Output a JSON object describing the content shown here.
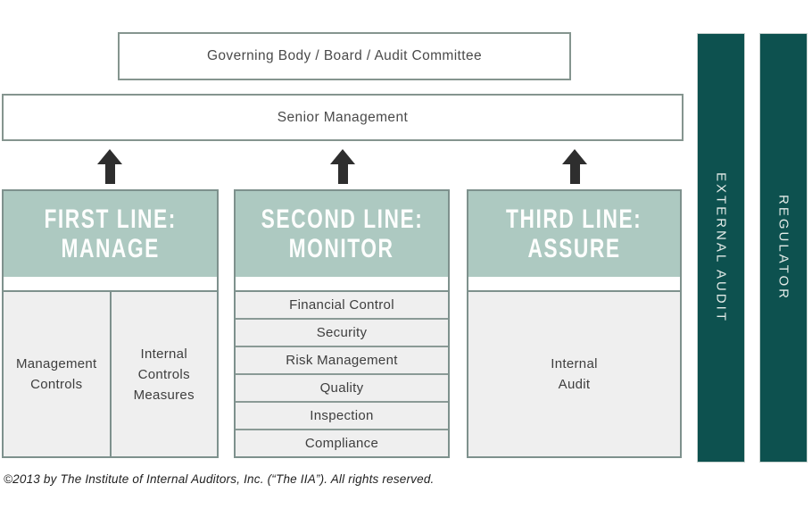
{
  "diagram": {
    "governing_label": "Governing Body / Board / Audit Committee",
    "senior_label": "Senior Management",
    "columns": [
      {
        "title_line1": "FIRST LINE:",
        "title_line2": "MANAGE",
        "cells": [
          "Management\nControls",
          "Internal\nControls\nMeasures"
        ]
      },
      {
        "title_line1": "SECOND LINE:",
        "title_line2": "MONITOR",
        "cells": [
          "Financial Control",
          "Security",
          "Risk Management",
          "Quality",
          "Inspection",
          "Compliance"
        ]
      },
      {
        "title_line1": "THIRD LINE:",
        "title_line2": "ASSURE",
        "cells": [
          "Internal\nAudit"
        ]
      }
    ],
    "side_bars": [
      {
        "label": "EXTERNAL AUDIT"
      },
      {
        "label": "REGULATOR"
      }
    ],
    "copyright": "©2013 by The Institute of Internal Auditors, Inc. (“The IIA”). All rights reserved.",
    "colors": {
      "header_green": "#adc9c1",
      "bar_teal": "#0d514f",
      "cell_gray": "#efefef",
      "column_border": "#7e918d",
      "arrow_dark": "#2e2e2e"
    }
  }
}
